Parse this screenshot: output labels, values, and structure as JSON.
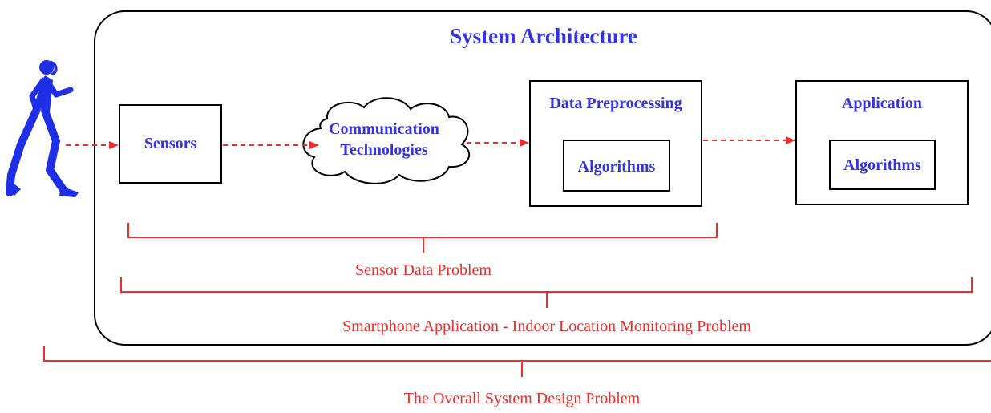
{
  "title": "System Architecture",
  "nodes": {
    "sensors": "Sensors",
    "communication": [
      "Communication",
      "Technologies"
    ],
    "preprocessing": "Data Preprocessing",
    "preprocessing_algorithms": "Algorithms",
    "application": "Application",
    "application_algorithms": "Algorithms"
  },
  "brackets": {
    "sensor_data": "Sensor Data Problem",
    "smartphone_app": "Smartphone Application - Indoor Location Monitoring Problem",
    "overall": "The Overall System Design Problem"
  },
  "colors": {
    "text_blue": "#3434e0",
    "accent_red": "#ee2d2d",
    "runner_blue": "#1f2fe6",
    "stroke": "#000000"
  },
  "icons": {
    "runner": "running-person-icon"
  }
}
